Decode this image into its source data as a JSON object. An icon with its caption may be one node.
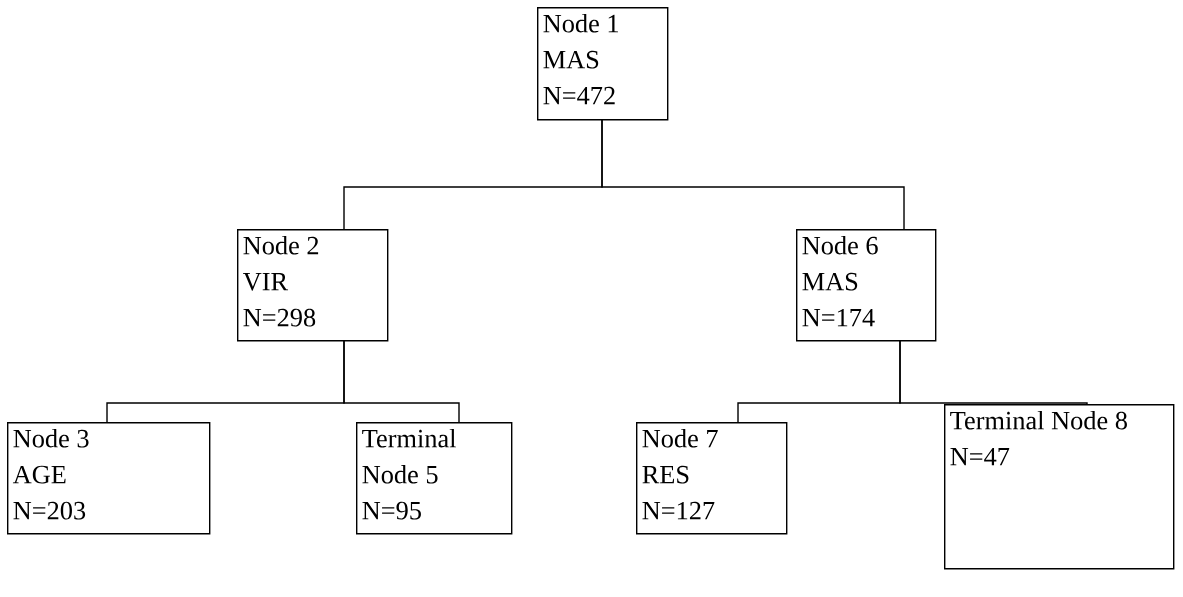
{
  "diagram": {
    "nodes": [
      {
        "text": [
          "Node 1",
          "MAS",
          "N=472"
        ]
      },
      {
        "text": [
          "Node 2",
          "VIR",
          "N=298"
        ]
      },
      {
        "text": [
          "Node 6",
          "MAS",
          "N=174"
        ]
      },
      {
        "text": [
          "Node 3",
          "AGE",
          "N=203"
        ]
      },
      {
        "text": [
          "Terminal Node 5",
          "N=95"
        ]
      },
      {
        "text": [
          "Node 7",
          "RES",
          "N=127"
        ]
      },
      {
        "text": [
          "Terminal Node 8",
          "N=47"
        ]
      }
    ],
    "edges": [
      {
        "from": 0,
        "to": 1,
        "arrow": "none"
      },
      {
        "from": 0,
        "to": 2,
        "arrow": "none"
      },
      {
        "from": 1,
        "to": 3,
        "arrow": "none"
      },
      {
        "from": 1,
        "to": 4,
        "arrow": "none"
      },
      {
        "from": 2,
        "to": 5,
        "arrow": "none"
      },
      {
        "from": 2,
        "to": 6,
        "arrow": "none"
      }
    ]
  }
}
